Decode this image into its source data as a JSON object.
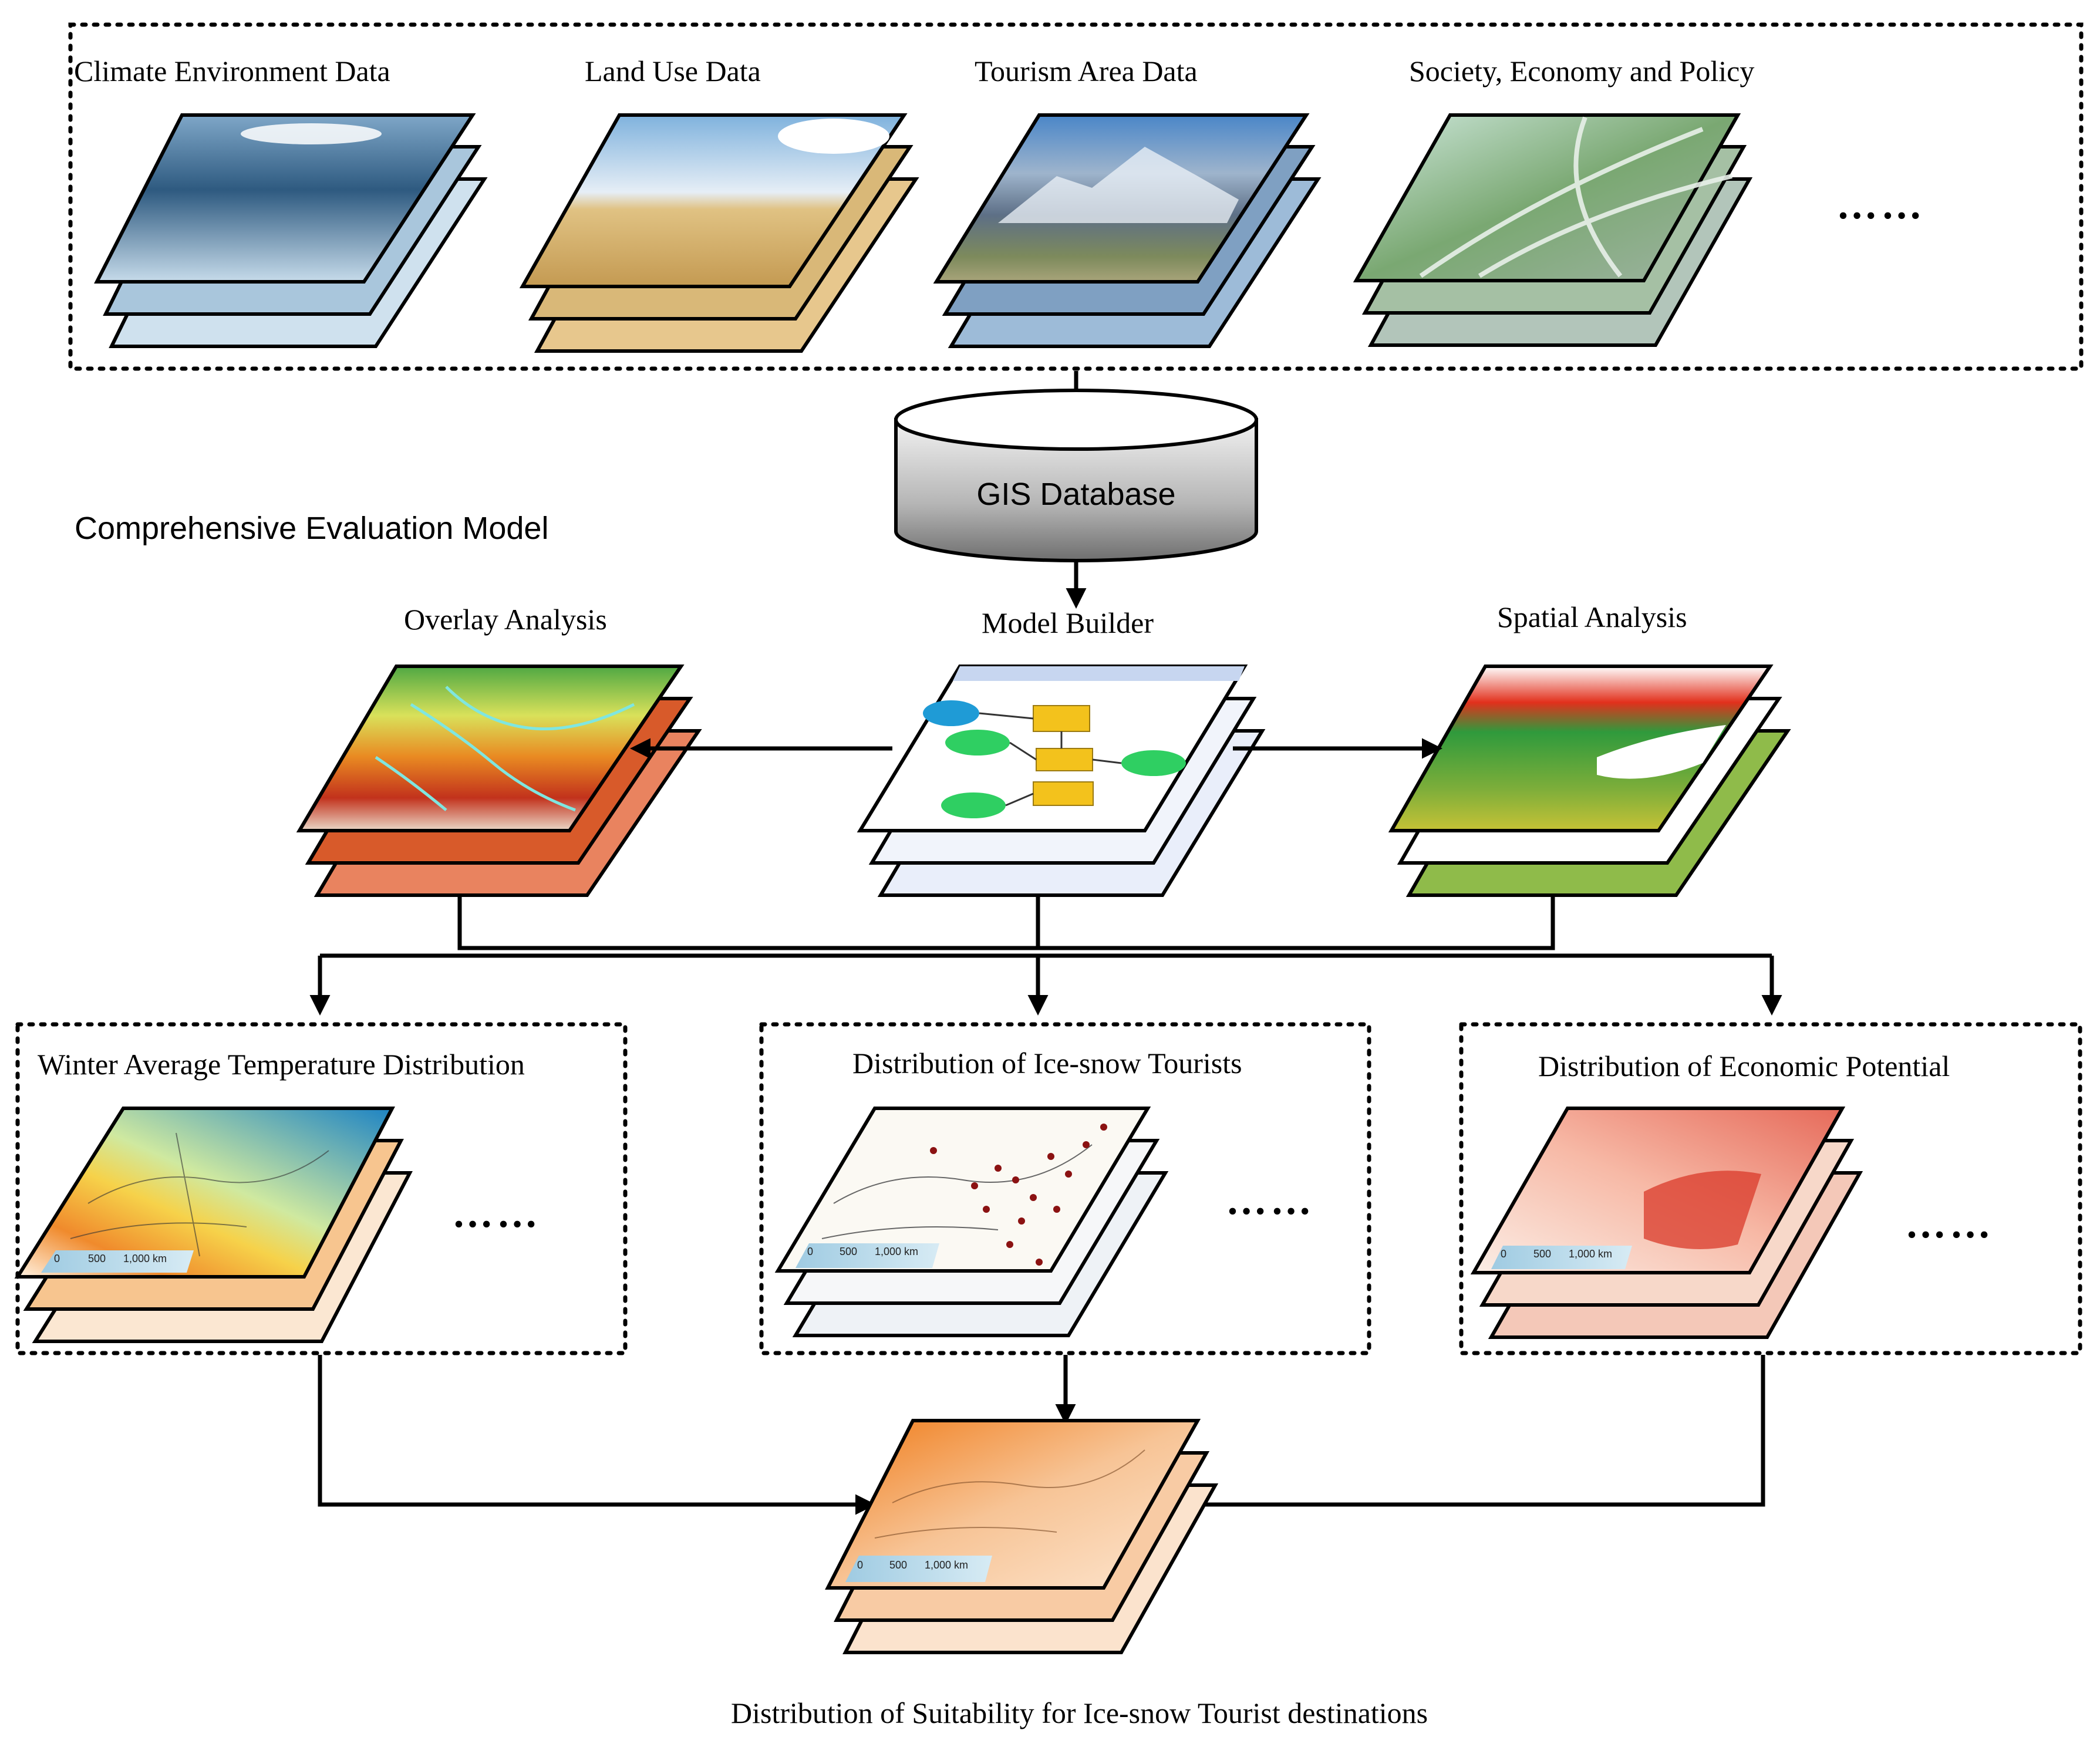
{
  "data_sources": {
    "climate": "Climate Environment Data",
    "land_use": "Land Use Data",
    "tourism": "Tourism Area Data",
    "society": "Society, Economy and Policy",
    "more": "……"
  },
  "database": {
    "label": "GIS Database"
  },
  "model": {
    "title": "Comprehensive Evaluation Model",
    "overlay": "Overlay Analysis",
    "builder": "Model Builder",
    "spatial": "Spatial Analysis"
  },
  "outputs": {
    "temperature": "Winter Average Temperature Distribution",
    "tourists": "Distribution  of  Ice-snow  Tourists",
    "economic": "Distribution of Economic Potential",
    "more": "……"
  },
  "final": {
    "label": "Distribution of Suitability for Ice-snow Tourist destinations"
  },
  "map_scale": {
    "zero": "0",
    "mid": "500",
    "end": "1,000 km"
  },
  "colors": {
    "ice": "#3f6f94",
    "sand": "#e2c17a",
    "mountain": "#5f7fa6",
    "green": "#4e8a47",
    "orange": "#f08a2c",
    "red": "#d94a35"
  }
}
